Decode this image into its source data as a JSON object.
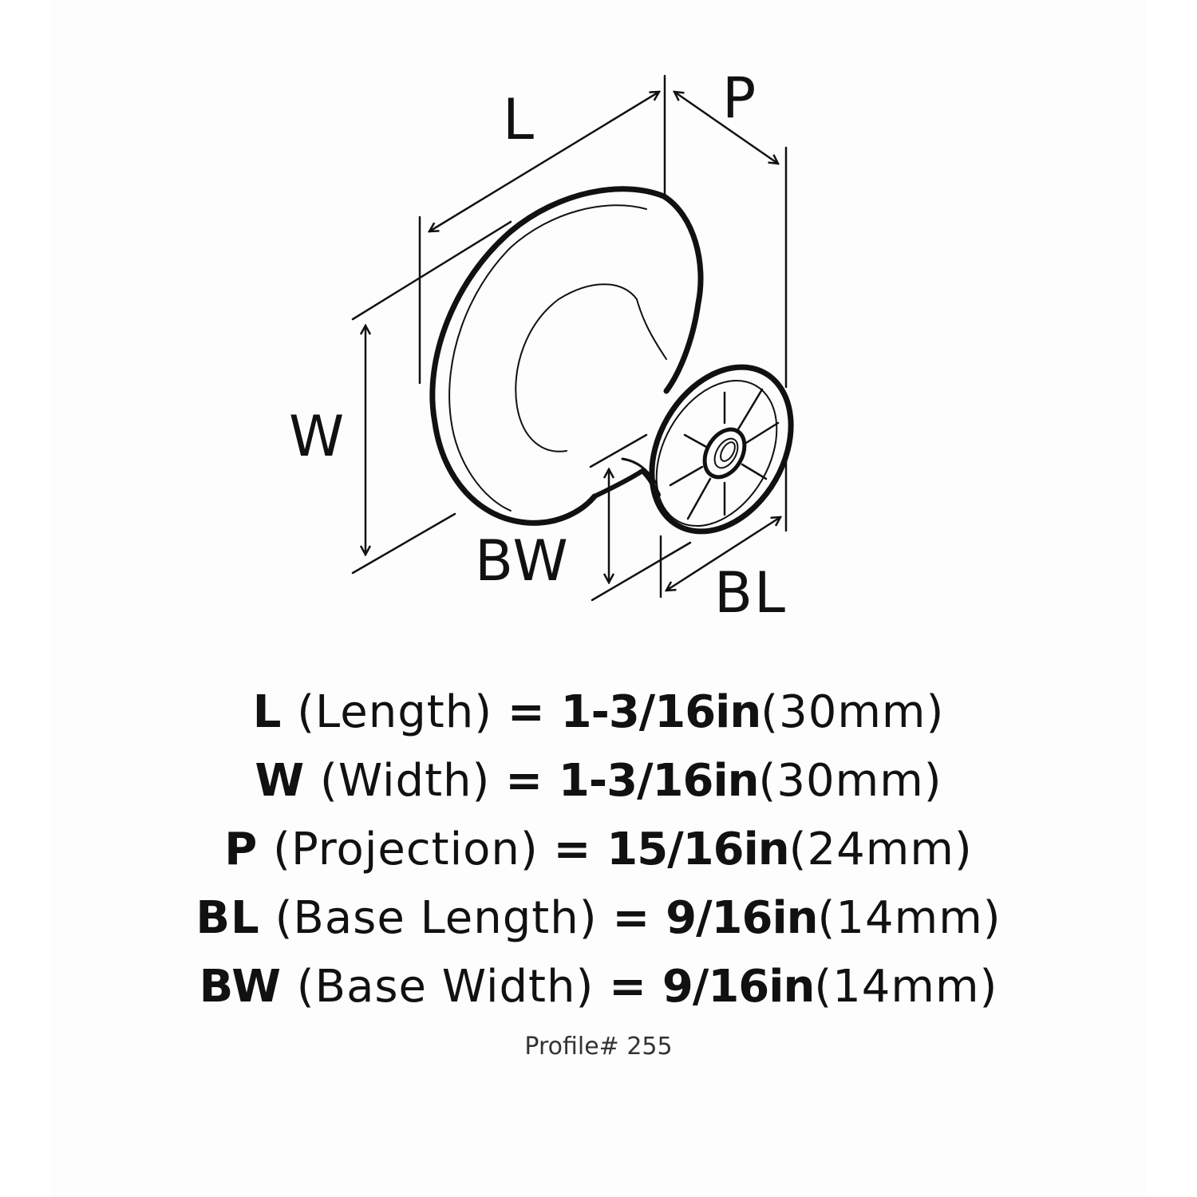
{
  "diagram": {
    "subject": "cabinet knob",
    "labels": {
      "L": "L",
      "P": "P",
      "W": "W",
      "BW": "BW",
      "BL": "BL"
    }
  },
  "specs": [
    {
      "code": "L",
      "name": "(Length)",
      "eq": "=",
      "imperial": "1-3/16in",
      "metric": "(30mm)"
    },
    {
      "code": "W",
      "name": "(Width)",
      "eq": "=",
      "imperial": "1-3/16in",
      "metric": "(30mm)"
    },
    {
      "code": "P",
      "name": "(Projection)",
      "eq": "=",
      "imperial": "15/16in",
      "metric": "(24mm)"
    },
    {
      "code": "BL",
      "name": "(Base Length)",
      "eq": "=",
      "imperial": "9/16in",
      "metric": "(14mm)"
    },
    {
      "code": "BW",
      "name": "(Base Width)",
      "eq": "=",
      "imperial": "9/16in",
      "metric": "(14mm)"
    }
  ],
  "profile": "Profile# 255",
  "colors": {
    "ink": "#111111",
    "background": "#ffffff"
  }
}
